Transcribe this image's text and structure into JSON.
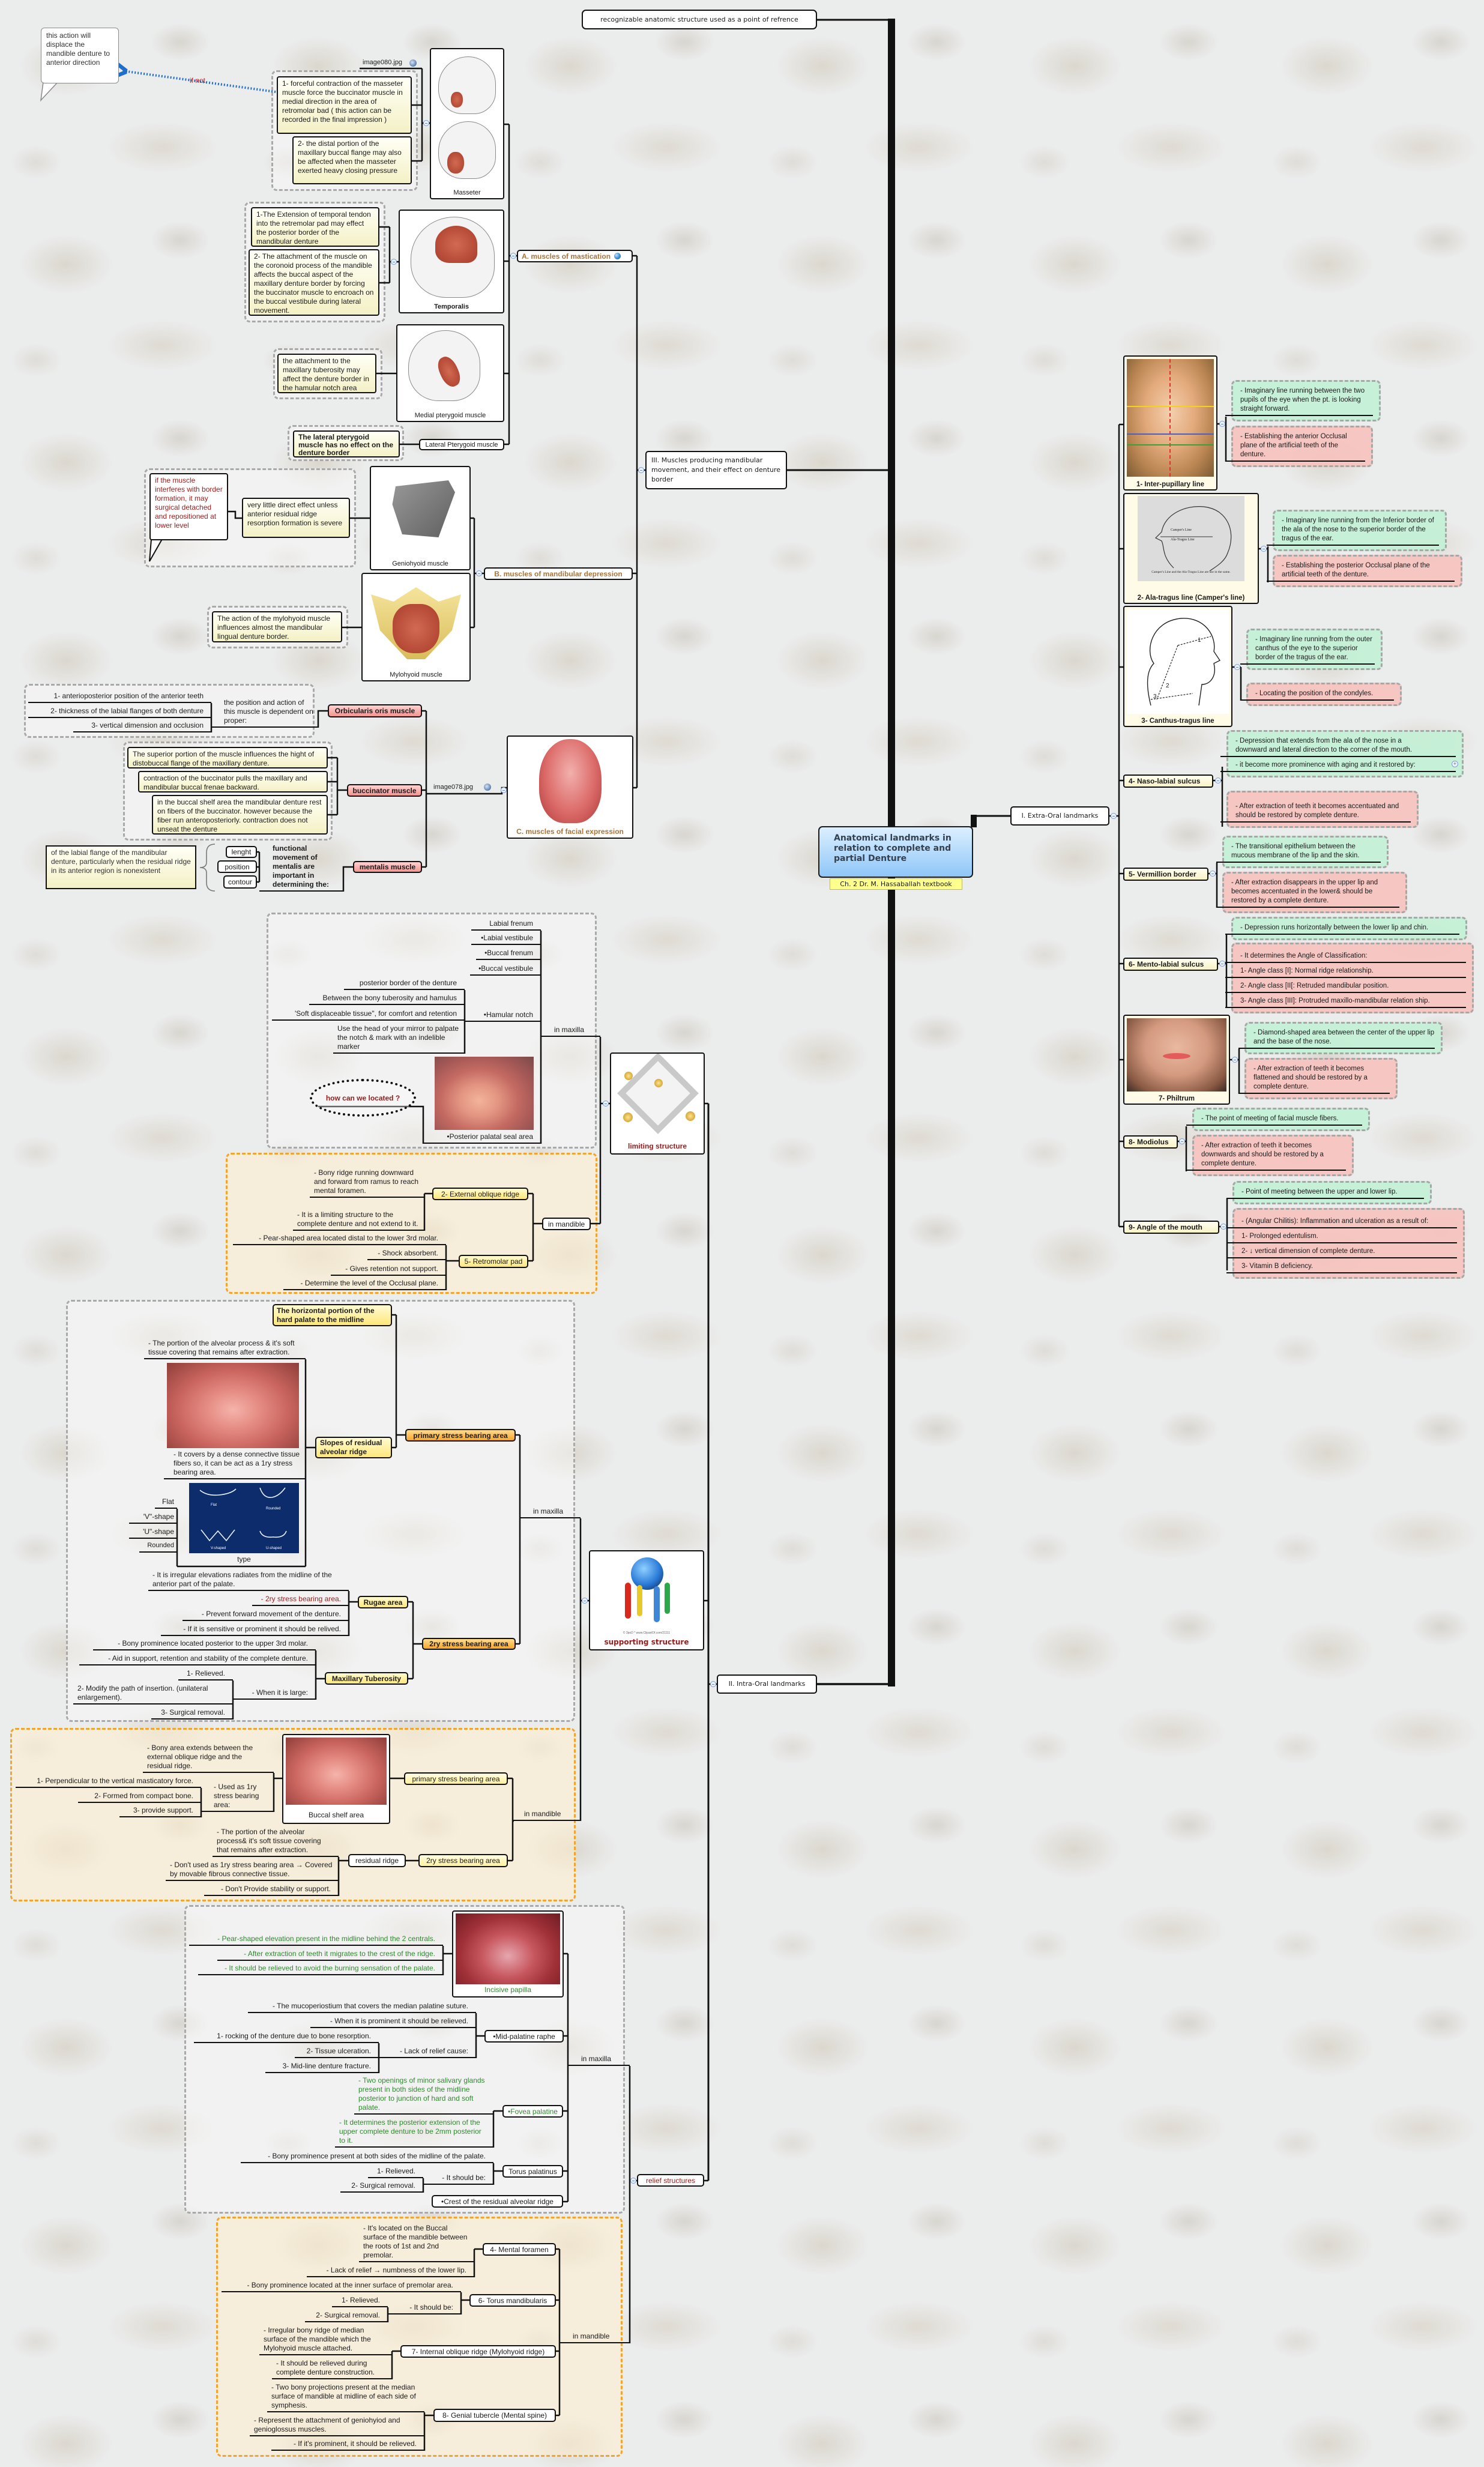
{
  "root": {
    "title": "Anatomical landmarks in relation to complete and partial Denture",
    "label": "Ch. 2 Dr. M. Hassaballah textbook",
    "definition": "recognizable anatomic structure used as a point of refrence"
  },
  "colors": {
    "central_node": "#8fc6f8",
    "note_yellow": "#f4f1c6",
    "definition_green": "#c4f0d6",
    "significance_red": "#f5c3be",
    "muscle_group_heading": "#a8743a",
    "structure_heading": "#9b1b1b",
    "green_text": "#2f8a2f",
    "mandible_boundary": "#f1a531",
    "maxilla_boundary": "#a9a9a9",
    "link_arrow": "#1f6fc8"
  },
  "muscles": {
    "heading": "III. Muscles producing mandibular movement, and their effect on denture border",
    "mastication": {
      "heading": "A. muscles of mastication",
      "masseter": {
        "caption": "Masseter",
        "attachment": "image080.jpg",
        "notes": [
          "1- forceful contraction of the masseter muscle force the buccinator muscle in medial direction in the area of retromolar bad ( this action can be recorded in the final impression )",
          "2- the distal portion of the maxillary  buccal flange may also be affected when the masseter exerted heavy closing pressure"
        ],
        "relation_label": "if not",
        "callout": "this action will displace the mandible denture to anterior direction"
      },
      "temporalis": {
        "caption": "Temporalis",
        "notes": [
          "1-The Extension of temporal tendon into the retremolar pad may effect the posterior border of the mandibular denture",
          "2- The attachment of the muscle on the coronoid process of the mandible affects the buccal aspect of the maxillary denture border by forcing the buccinator muscle to encroach on the buccal vestibule during lateral movement."
        ]
      },
      "medial_pterygoid": {
        "caption": "Medial pterygoid muscle",
        "note": "the attachment to the maxillary tuberosity may affect the denture border in the hamular notch area"
      },
      "lateral_pterygoid": {
        "label": "Lateral Pterygoid muscle",
        "note": "The lateral pterygoid muscle has no effect on the denture border"
      }
    },
    "depression": {
      "heading": "B. muscles of mandibular depression",
      "geniohyoid": {
        "caption": "Geniohyoid muscle",
        "note": "very little direct effect unless anterior residual ridge resorption formation is severe",
        "callout": "if the muscle interferes with border formation, it may surgical detached and repositioned at lower level"
      },
      "mylohyoid": {
        "caption": "Mylohyoid muscle",
        "note": "The action of the mylohyoid muscle influences almost the mandibular lingual denture border."
      }
    },
    "facial": {
      "heading": "C. muscles of facial expression",
      "attachment": "image078.jpg",
      "orbicularis": {
        "label": "Orbicularis oris muscle",
        "lead": "the position and action of this muscle is dependent on proper:",
        "items": [
          "1- anterioposterior position of the anterior teeth",
          "2- thickness of the labial flanges of both denture",
          "3- vertical dimension and occlusion"
        ]
      },
      "buccinator": {
        "label": "buccinator muscle",
        "notes": [
          "The superior portion of the muscle influences the hight of distobuccal flange of the maxillary denture.",
          "contraction of the buccinator pulls the maxillary and mandibular buccal frenae backward.",
          "in the buccal shelf area the mandibular denture rest on fibers of the buccinator. however because the fiber run anteroposteriorly. contraction does not unseat the denture"
        ]
      },
      "mentalis": {
        "label": "mentalis muscle",
        "lead": "functional movement of mentalis are important in determining the:",
        "items": [
          "lenght",
          "position",
          "contour"
        ],
        "summary": "of the labial flange of the mandibular denture, particularly when the residual ridge in its anterior region is nonexistent"
      }
    }
  },
  "extra_oral": {
    "heading": "I. Extra-Oral landmarks",
    "items": [
      {
        "label": "1- Inter-pupillary line",
        "definition": [
          "- Imaginary line running between the two pupils of the eye when the pt. is looking straight forward."
        ],
        "significance": [
          "- Establishing the anterior Occlusal plane of the artificial teeth of the denture."
        ]
      },
      {
        "label": "2- Ala-tragus line (Camper's line)",
        "definition": [
          "- Imaginary line running from the Inferior border of the ala of the nose to the superior border of the tragus of the ear."
        ],
        "significance": [
          "- Establishing the posterior Occlusal plane of the artificial teeth of the denture."
        ]
      },
      {
        "label": "3- Canthus-tragus line",
        "definition": [
          "- Imaginary line running from the outer canthus of the eye to the superior border of the tragus of the ear."
        ],
        "significance": [
          "- Locating the position of the condyles."
        ]
      },
      {
        "label": "4- Naso-labial sulcus",
        "definition": [
          "- Depression that extends from the ala of the nose in a downward and lateral direction to the corner of the mouth.",
          "- it become more prominence with aging and it restored by:"
        ],
        "significance": [
          "- After extraction of teeth it becomes accentuated and should be restored by complete denture."
        ]
      },
      {
        "label": "5- Vermillion border",
        "definition": [
          "- The transitional epithelium between the mucous membrane of the lip and the skin."
        ],
        "significance": [
          "- After extraction disappears in the upper lip and becomes accentuated in the lower& should be restored by a complete denture."
        ]
      },
      {
        "label": "6- Mento-labial sulcus",
        "definition": [
          "- Depression runs horizontally between the lower lip and chin."
        ],
        "significance": [
          "- It determines the Angle of Classification:",
          "1- Angle class [I]: Normal ridge relationship.",
          "2- Angle class [II[: Retruded mandibular position.",
          "3- Angle class [III]: Protruded maxillo-mandibular relation ship."
        ]
      },
      {
        "label": "7- Philtrum",
        "definition": [
          "- Diamond-shaped area between the center of the upper lip and the base of the nose."
        ],
        "significance": [
          "- After extraction of teeth it becomes flattened and should be restored by a complete denture."
        ]
      },
      {
        "label": "8- Modiolus",
        "definition": [
          "- The point of meeting of facial muscle fibers."
        ],
        "significance": [
          "- After extraction of teeth it becomes downwards and should be restored by a complete denture."
        ]
      },
      {
        "label": "9- Angle of the mouth",
        "definition": [
          "- Point of meeting between the upper and lower lip."
        ],
        "significance": [
          "- (Angular Chilitis): Inflammation and ulceration as a result of:",
          "1- Prolonged edentulism.",
          "2- ↓ vertical dimension of complete denture.",
          "3- Vitamin B deficiency."
        ]
      }
    ],
    "campers_diagram": {
      "line1": "Camper's Line",
      "line2": "Ala-Tragus Line",
      "caption": "Camper's Line and the Ala-Tragus Line are use in the same."
    },
    "canthus_diagram": {
      "marks": [
        "1",
        "2",
        "3"
      ]
    }
  },
  "intra_oral": {
    "heading": "II. Intra-Oral landmarks",
    "limiting": {
      "label": "limiting structure",
      "in_maxil": {
        "label": "in maxilla",
        "items": [
          "Labial frenum",
          "•Labial vestibule",
          "•Buccal frenum",
          "•Buccal vestibule"
        ],
        "hamular_notch": {
          "label": "•Hamular notch",
          "items": [
            "posterior border of the denture",
            "Between the bony tuberosity and hamulus",
            "'Soft displaceable tissue\", for comfort and  retention",
            "Use the head of your mirror to palpate the  notch & mark with an indelible marker"
          ]
        },
        "posterior_palatal_seal": {
          "label": "•Posterior palatal seal area",
          "callout": "how can we located ?"
        }
      },
      "in_mandible": {
        "label": "in mandible",
        "external_oblique_ridge": {
          "label": "2- External oblique ridge",
          "items": [
            "- Bony ridge running downward and forward from ramus to reach mental foramen.",
            "- It is a limiting structure to the complete denture and not extend to it."
          ]
        },
        "retromolar_pad": {
          "label": "5- Retromolar pad",
          "items": [
            "- Pear-shaped area located distal to the lower 3rd molar.",
            "- Shock absorbent.",
            "- Gives retention not support.",
            "- Determine the level of the Occlusal plane."
          ]
        }
      }
    },
    "supporting": {
      "label": "supporting structure",
      "image_credit": "© 3poD * www.ClipartOf.com/21111",
      "in_maxilla": {
        "label": "in maxilla",
        "primary": {
          "label": "primary stress bearing area",
          "hard_palate": "The horizontal portion of the hard palate to the midline",
          "slopes": {
            "label": "Slopes of residual alveolar ridge",
            "items": [
              "- The portion of the alveolar process & it's soft tissue covering that remains after extraction.",
              "- It covers by a dense connective tissue fibers so, it can be act as a 1ry   stress bearing area."
            ],
            "type": {
              "caption": "type",
              "items": [
                "Flat",
                "'V\"-shape",
                "'U\"-shape",
                "Rounded"
              ],
              "image_labels": [
                "Flat",
                "Rounded",
                "V-shaped",
                "U-shaped"
              ]
            }
          }
        },
        "secondary": {
          "label": "2ry stress bearing area",
          "rugae": {
            "label": "Rugae area",
            "items": [
              "- It is irregular elevations radiates from the midline of the anterior part of the palate.",
              "- 2ry stress bearing area.",
              "- Prevent forward movement of the denture.",
              "- If it is sensitive or prominent it should be relived."
            ]
          },
          "tuberosity": {
            "label": "Maxillary Tuberosity",
            "items": [
              "- Bony prominence located posterior to the upper 3rd molar.",
              "- Aid in support, retention and stability of the complete denture."
            ],
            "when_large": {
              "label": "- When it is large:",
              "items": [
                "1- Relieved.",
                "2- Modify the path of insertion. (unilateral enlargement).",
                "3- Surgical removal."
              ]
            }
          }
        }
      },
      "in_mandible": {
        "label": "in mandible",
        "primary": {
          "label": "primary stress bearing area",
          "buccal_shelf": {
            "caption": "Buccal shelf area",
            "definition": "- Bony area extends between the external oblique ridge and the residual ridge.",
            "use": {
              "label": "- Used as 1ry stress bearing area:",
              "items": [
                "1- Perpendicular to the vertical masticatory force.",
                "2- Formed from compact bone.",
                "3- provide support."
              ]
            }
          }
        },
        "secondary": {
          "label": "2ry stress bearing area",
          "residual_ridge": {
            "label": "residual ridge",
            "items": [
              "- The portion of the alveolar process& it's soft tissue covering that remains after extraction.",
              "- Don't used as 1ry stress bearing area → Covered by movable fibrous connective tissue.",
              "- Don't Provide stability or support."
            ]
          }
        }
      }
    },
    "relief": {
      "label": "relief structures",
      "in_maxilla": {
        "label": "in maxilla",
        "incisive_papilla": {
          "caption": "Incisive papilla",
          "items": [
            "- Pear-shaped elevation present in the midline behind the 2 centrals.",
            "- After extraction of teeth it migrates to the crest of the ridge.",
            "- It should be relieved to avoid the burning sensation of the palate."
          ]
        },
        "mid_palatine_raphe": {
          "label": "•Mid-palatine raphe",
          "items": [
            "- The mucoperiostium that covers the median palatine suture.",
            "- When it is prominent it should be relieved."
          ],
          "lack_of_relief": {
            "label": "- Lack of relief cause:",
            "items": [
              "1- rocking of the denture due to bone resorption.",
              "2- Tissue ulceration.",
              "3- Mid-line denture fracture."
            ]
          }
        },
        "fovea_palatine": {
          "label": "•Fovea palatine",
          "items": [
            "- Two openings of minor salivary glands present in both sides of the midline posterior to junction of hard and soft palate.",
            "- It determines the posterior extension of the upper complete denture to be 2mm posterior to it."
          ]
        },
        "torus_palatinus": {
          "label": "Torus palatinus",
          "items": [
            "- Bony prominence present at both sides of the midline of the palate."
          ],
          "should_be": {
            "label": "- It should be:",
            "items": [
              "1- Relieved.",
              "2- Surgical removal."
            ]
          }
        },
        "crest": "•Crest of the residual alveolar ridge"
      },
      "in_mandible": {
        "label": "in mandible",
        "mental_foramen": {
          "label": "4- Mental foramen",
          "items": [
            "- It's located on the Buccal surface of the mandible between the roots of 1st and 2nd premolar.",
            "- Lack of relief → numbness of the lower lip."
          ]
        },
        "torus_mandibularis": {
          "label": "6- Torus mandibularis",
          "items": [
            "- Bony prominence located at the inner surface of premolar area."
          ],
          "should_be": {
            "label": "- It should be:",
            "items": [
              "1- Relieved.",
              "2- Surgical removal."
            ]
          }
        },
        "internal_oblique_ridge": {
          "label": "7- Internal oblique ridge (Mylohyoid ridge)",
          "items": [
            "- Irregular bony ridge of median surface of the mandible which the Mylohyoid muscle attached.",
            "- It should be relieved during complete denture construction."
          ]
        },
        "genial_tubercle": {
          "label": "8- Genial tubercle (Mental spine)",
          "items": [
            "- Two bony projections present at the median surface of mandible at midline of each side of symphesis.",
            "- Represent the attachment of geniohyiod and genioglossus muscles.",
            "- If it's prominent, it should be relieved."
          ]
        }
      }
    }
  }
}
